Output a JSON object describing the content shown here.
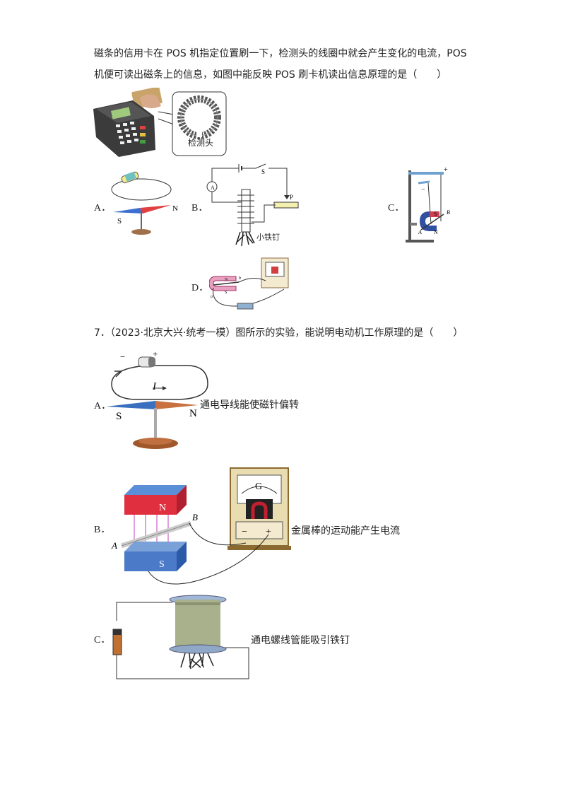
{
  "q6": {
    "line1": "磁条的信用卡在 POS 机指定位置刷一下，检测头的线圈中就会产生变化的电流，POS",
    "line2": "机便可读出磁条上的信息，如图中能反映 POS 刷卡机读出信息原理的是（　　）",
    "pos_label": "检测头",
    "options": {
      "a": "A．",
      "b": "B．",
      "c": "C．",
      "d": "D．"
    },
    "a_labels": {
      "s": "S",
      "n": "N"
    },
    "b_labels": {
      "s": "S",
      "p": "P",
      "ammeter": "A",
      "nail": "小铁钉"
    },
    "c_labels": {
      "plus": "+",
      "minus": "−",
      "s": "S",
      "n": "N",
      "a": "A",
      "b": "B"
    },
    "d_labels": {
      "n": "N",
      "s": "S",
      "a": "a",
      "b": "b"
    }
  },
  "q7": {
    "stem": "7．（2023·北京大兴·统考一模）图所示的实验，能说明电动机工作原理的是（　　）",
    "options": {
      "a": "A．",
      "b": "B．",
      "c": "C．"
    },
    "a_caption": "通电导线能使磁针偏转",
    "b_caption": "金属棒的运动能产生电流",
    "c_caption": "通电螺线管能吸引铁钉",
    "a_labels": {
      "minus": "−",
      "plus": "+",
      "current": "I",
      "s": "S",
      "n": "N"
    },
    "b_labels": {
      "n": "N",
      "s": "S",
      "a": "A",
      "b": "B",
      "g": "G",
      "minus": "−",
      "plus": "+"
    }
  }
}
